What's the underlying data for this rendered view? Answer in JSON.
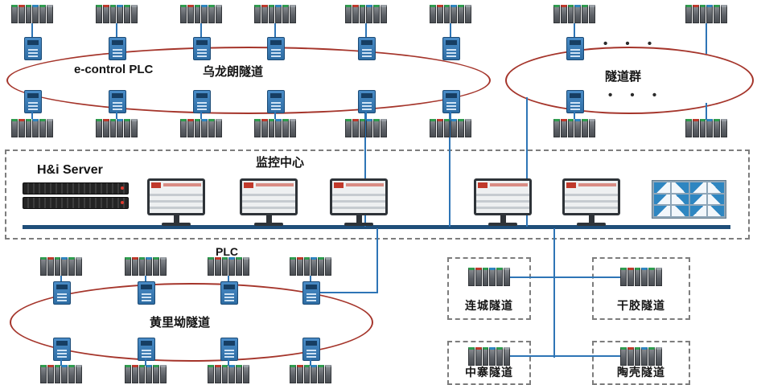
{
  "top_left_ring": {
    "label_left": "e-control  PLC",
    "label_right": "乌龙朗隧道"
  },
  "top_right_ring": {
    "label": "隧道群",
    "ellipsis_top": "• • •",
    "ellipsis_bottom": "• • •"
  },
  "monitoring_center": {
    "title": "监控中心",
    "server_label": "H&i Server"
  },
  "bottom_left_ring": {
    "plc_label": "PLC",
    "label": "黄里坳隧道"
  },
  "tunnel_boxes": [
    {
      "label": "连城隧道"
    },
    {
      "label": "干胶隧道"
    },
    {
      "label": "中寨隧道"
    },
    {
      "label": "陶壳隧道"
    }
  ],
  "colors": {
    "ring": "#a5352b",
    "line": "#2e75b6",
    "bus": "#1f4e79"
  }
}
